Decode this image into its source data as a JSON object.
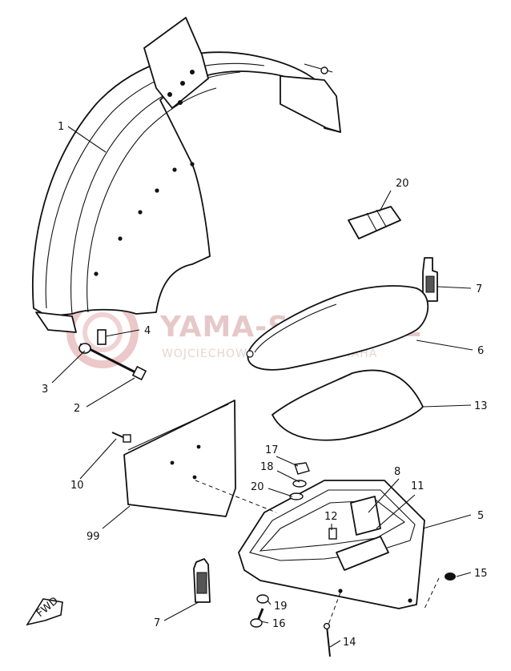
{
  "watermark": {
    "brand": "YAMA-SKLEP.PL",
    "tagline": "WOJCIECHOWSKI DEALER YAMAHA",
    "color": "#e6c8c8"
  },
  "callouts": {
    "c1": "1",
    "c2": "2",
    "c3": "3",
    "c4": "4",
    "c5": "5",
    "c6": "6",
    "c7a": "7",
    "c7b": "7",
    "c8": "8",
    "c10": "10",
    "c11": "11",
    "c12": "12",
    "c13": "13",
    "c14": "14",
    "c15": "15",
    "c16": "16",
    "c17": "17",
    "c18": "18",
    "c19": "19",
    "c20a": "20",
    "c20b": "20",
    "c99": "99"
  },
  "fwd_marker": {
    "label": "FWD",
    "icon": "forward-arrow-icon"
  }
}
